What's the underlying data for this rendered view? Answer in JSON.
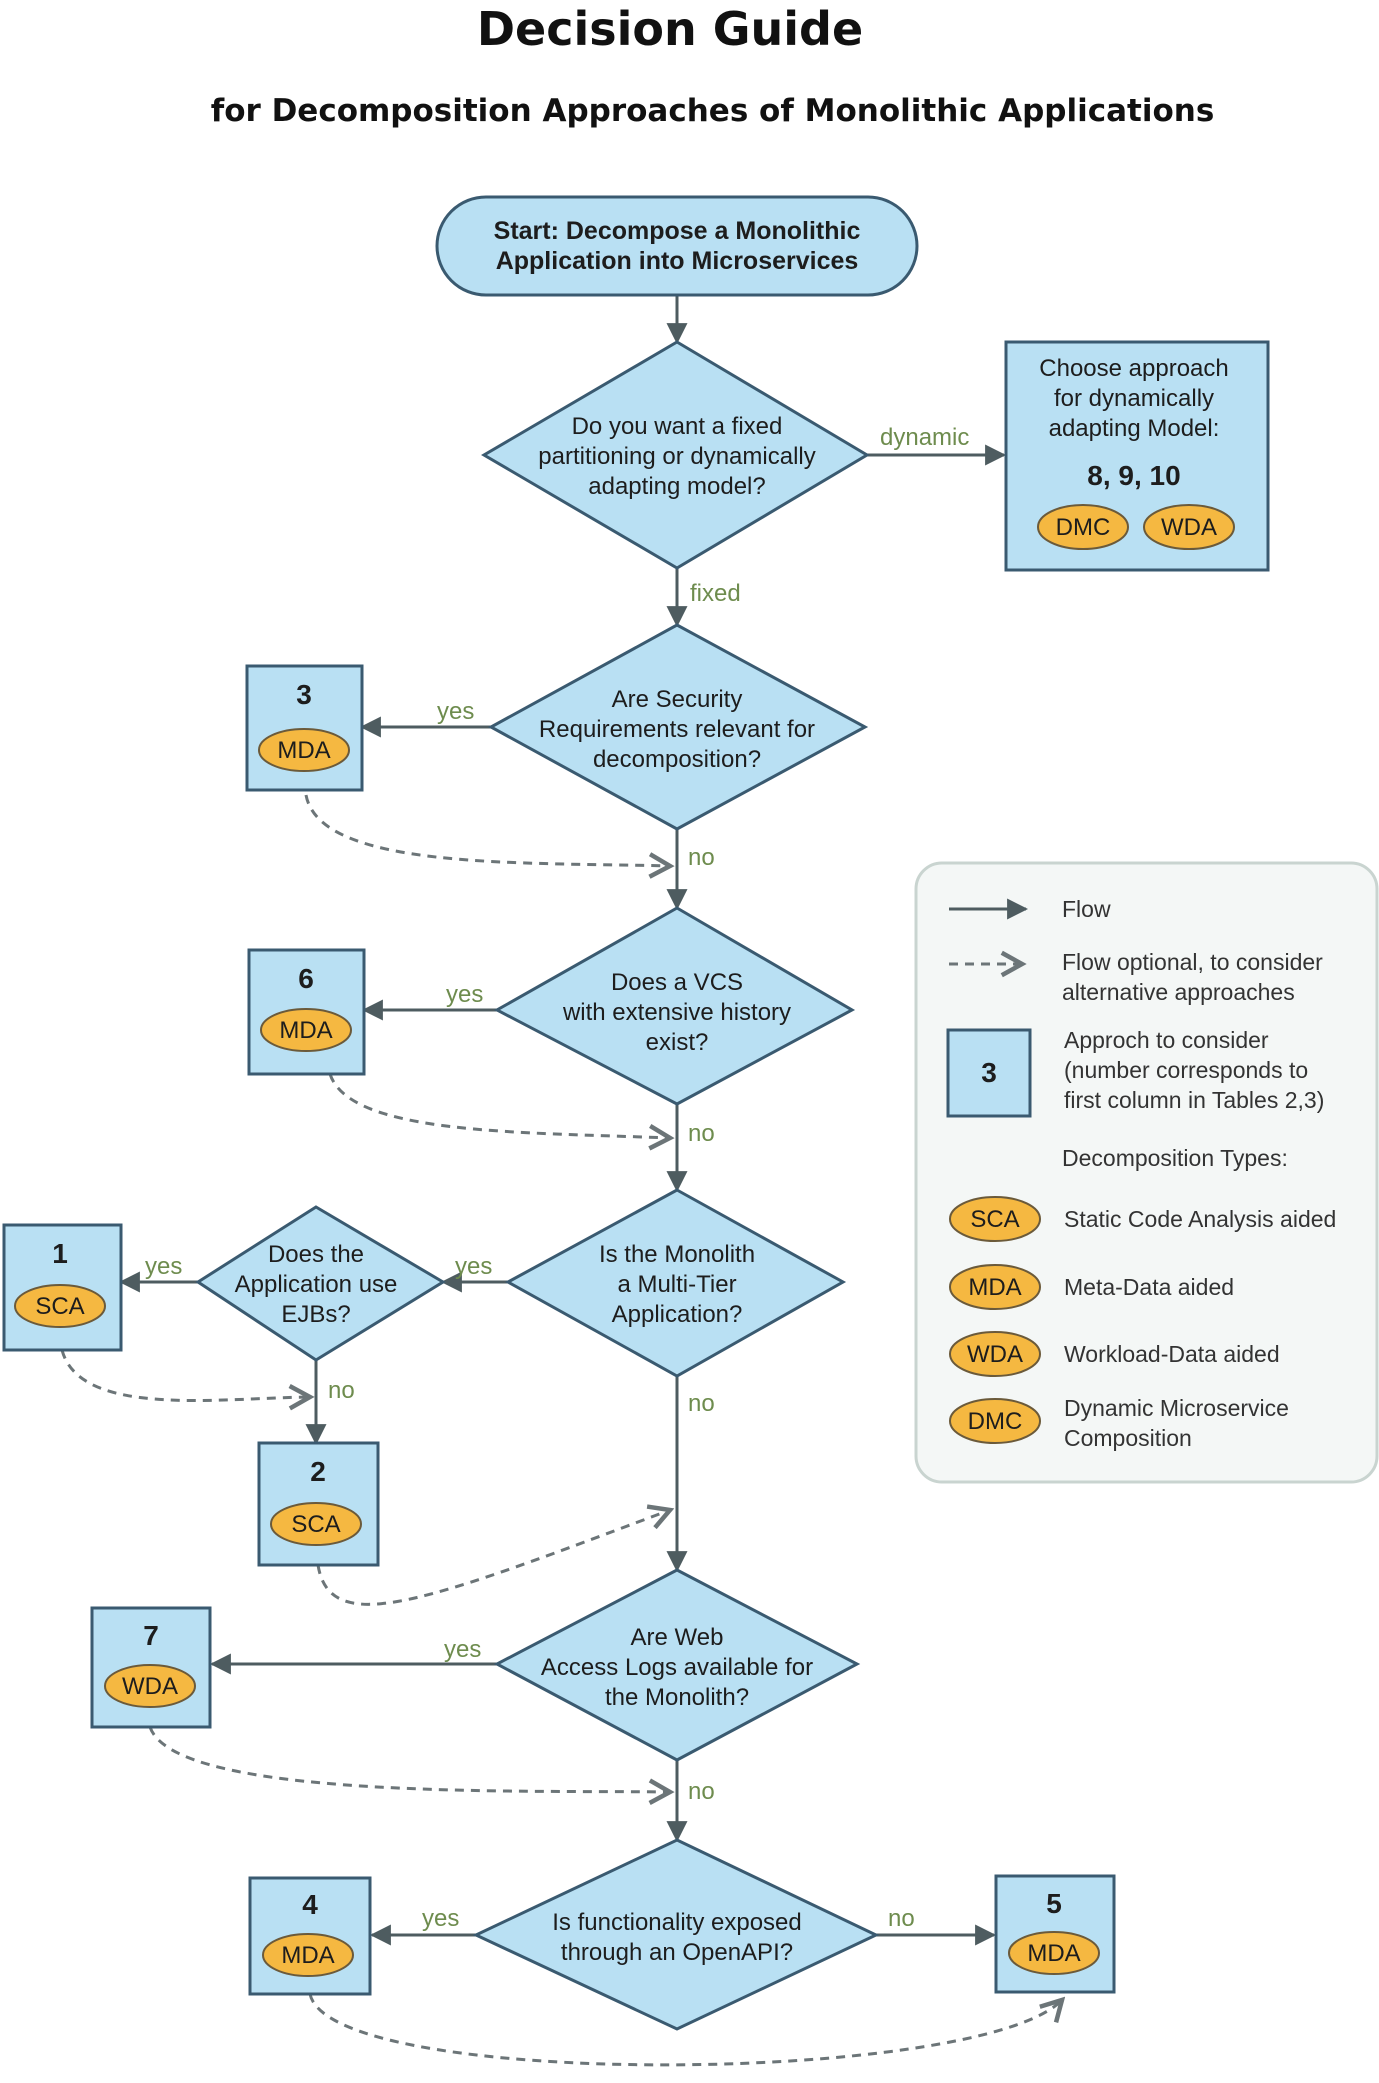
{
  "title": "Decision Guide",
  "subtitle": "for Decomposition Approaches of Monolithic Applications",
  "colors": {
    "box_fill": "#b9e0f3",
    "box_stroke": "#3a5a70",
    "badge_fill": "#f5b841",
    "edge_label": "#6e8c4e",
    "legend_bg": "#f4f7f6"
  },
  "start": {
    "lines": [
      "Start: Decompose a Monolithic",
      "Application into Microservices"
    ]
  },
  "decisions": [
    {
      "id": "q1",
      "lines": [
        "Do you want a fixed",
        "partitioning or dynamically",
        "adapting model?"
      ]
    },
    {
      "id": "q2",
      "lines": [
        "Are Security",
        "Requirements relevant for",
        "decomposition?"
      ]
    },
    {
      "id": "q3",
      "lines": [
        "Does a VCS",
        "with extensive history",
        "exist?"
      ]
    },
    {
      "id": "q4",
      "lines": [
        "Is the Monolith",
        "a Multi-Tier",
        "Application?"
      ]
    },
    {
      "id": "q5",
      "lines": [
        "Does the",
        "Application use",
        "EJBs?"
      ]
    },
    {
      "id": "q6",
      "lines": [
        "Are Web",
        "Access Logs available for",
        "the Monolith?"
      ]
    },
    {
      "id": "q7",
      "lines": [
        "Is functionality exposed",
        "through an OpenAPI?"
      ]
    }
  ],
  "approaches": [
    {
      "id": "a3",
      "number": "3",
      "types": [
        "MDA"
      ]
    },
    {
      "id": "a6",
      "number": "6",
      "types": [
        "MDA"
      ]
    },
    {
      "id": "a1",
      "number": "1",
      "types": [
        "SCA"
      ]
    },
    {
      "id": "a2",
      "number": "2",
      "types": [
        "SCA"
      ]
    },
    {
      "id": "a7",
      "number": "7",
      "types": [
        "WDA"
      ]
    },
    {
      "id": "a4",
      "number": "4",
      "types": [
        "MDA"
      ]
    },
    {
      "id": "a5",
      "number": "5",
      "types": [
        "MDA"
      ]
    }
  ],
  "dynamic_box": {
    "lines": [
      "Choose approach",
      "for dynamically",
      "adapting Model:"
    ],
    "numbers": "8, 9, 10",
    "types": [
      "DMC",
      "WDA"
    ]
  },
  "edge_labels": {
    "dynamic": "dynamic",
    "fixed": "fixed",
    "yes": "yes",
    "no": "no"
  },
  "legend": {
    "flow": "Flow",
    "flow_optional": [
      "Flow optional, to consider",
      "alternative approaches"
    ],
    "sample_number": "3",
    "approach": [
      "Approch to consider",
      "(number corresponds to",
      " first column in Tables 2,3)"
    ],
    "types_heading": "Decomposition Types:",
    "types": [
      {
        "code": "SCA",
        "label": [
          "Static Code Analysis aided"
        ]
      },
      {
        "code": "MDA",
        "label": [
          "Meta-Data aided"
        ]
      },
      {
        "code": "WDA",
        "label": [
          "Workload-Data aided"
        ]
      },
      {
        "code": "DMC",
        "label": [
          "Dynamic Microservice",
          "Composition"
        ]
      }
    ]
  }
}
